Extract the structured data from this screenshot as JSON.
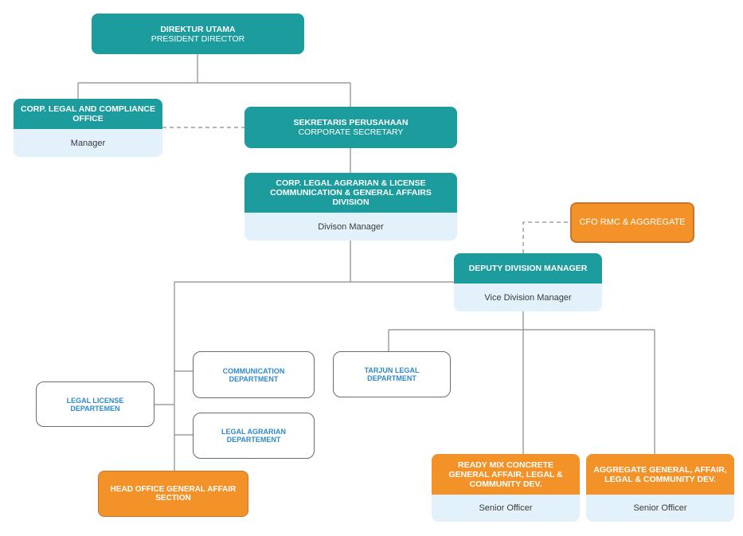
{
  "nodes": {
    "president": {
      "line1": "DIREKTUR UTAMA",
      "line2": "PRESIDENT DIRECTOR"
    },
    "legal_compliance": {
      "title": "CORP. LEGAL AND COMPLIANCE OFFICE",
      "role": "Manager"
    },
    "corp_secretary": {
      "line1": "SEKRETARIS PERUSAHAAN",
      "line2": "CORPORATE SECRETARY"
    },
    "division": {
      "line1": "CORP. LEGAL AGRARIAN & LICENSE",
      "line2": "COMMUNICATION & GENERAL AFFAIRS DIVISION",
      "role": "Divison Manager"
    },
    "cfo": {
      "title": "CFO RMC & AGGREGATE"
    },
    "deputy": {
      "title": "DEPUTY DIVISION MANAGER",
      "role": "Vice Division Manager"
    },
    "communication": {
      "title": "COMMUNICATION DEPARTMENT"
    },
    "tarjun": {
      "title": "TARJUN LEGAL DEPARTMENT"
    },
    "legal_license": {
      "title": "LEGAL LICENSE DEPARTEMEN"
    },
    "legal_agrarian": {
      "title": "LEGAL AGRARIAN DEPARTEMENT"
    },
    "head_office": {
      "title": "HEAD OFFICE GENERAL AFFAIR SECTION"
    },
    "ready_mix": {
      "title": "READY MIX CONCRETE GENERAL AFFAIR, LEGAL & COMMUNITY DEV.",
      "role": "Senior Officer"
    },
    "aggregate": {
      "title": "AGGREGATE GENERAL, AFFAIR, LEGAL & COMMUNITY DEV.",
      "role": "Senior Officer"
    }
  },
  "colors": {
    "teal": "#1d9c9e",
    "orange": "#f39229",
    "light_blue": "#e3f1fb",
    "text_blue": "#2e8ac9"
  }
}
